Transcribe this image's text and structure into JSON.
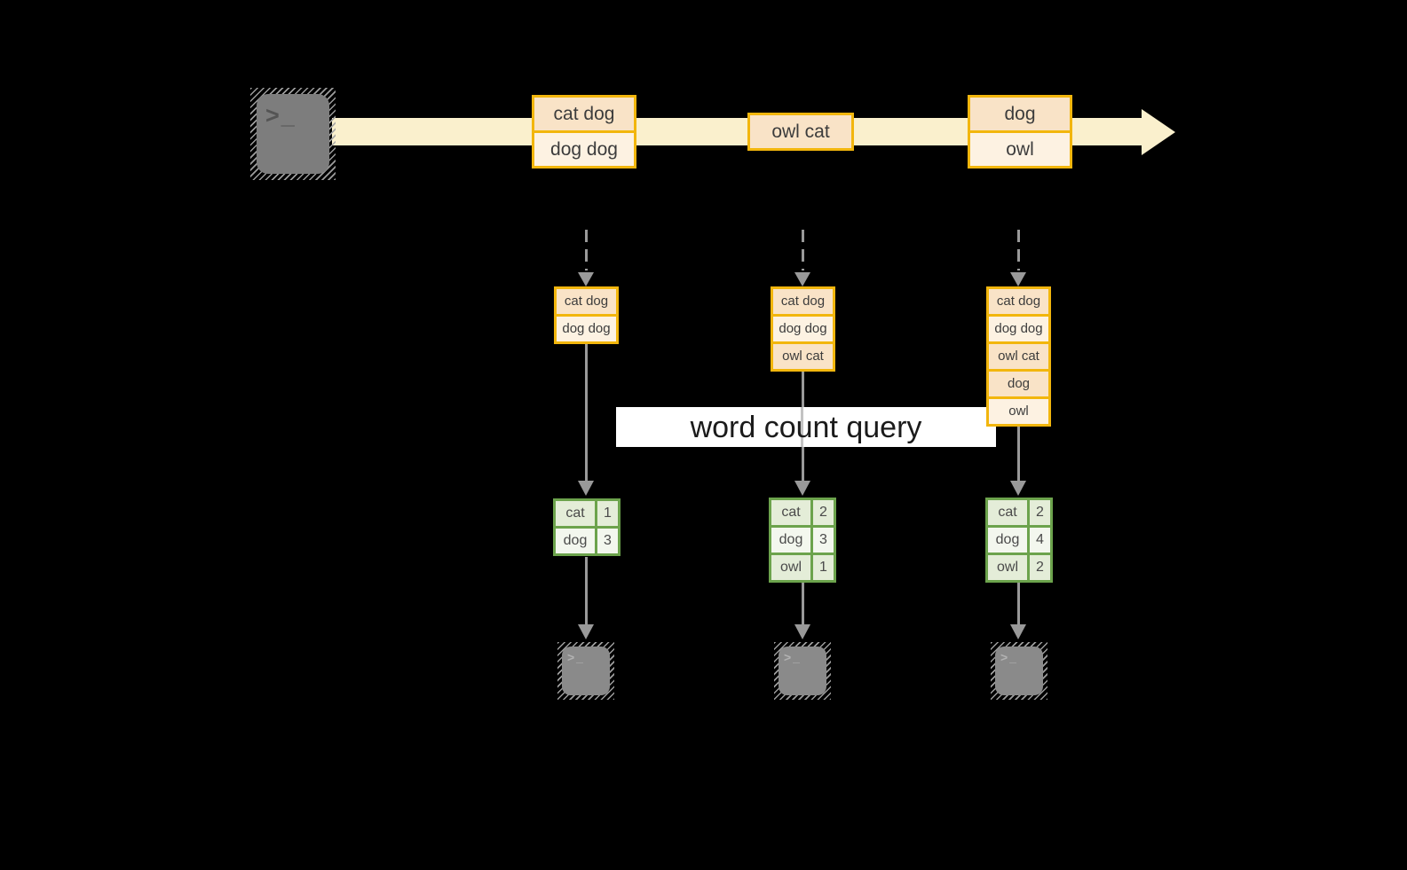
{
  "banner": {
    "label": "word count query"
  },
  "source_terminal": {
    "glyph": ">_"
  },
  "sink_terminal": {
    "glyph": ">_"
  },
  "stream": {
    "events": [
      {
        "cells": [
          "cat dog",
          "dog dog"
        ]
      },
      {
        "cells": [
          "owl cat"
        ]
      },
      {
        "cells": [
          "dog",
          "owl"
        ]
      }
    ]
  },
  "columns": [
    {
      "buffer": [
        "cat dog",
        "dog dog"
      ],
      "counts": [
        {
          "word": "cat",
          "count": "1"
        },
        {
          "word": "dog",
          "count": "3"
        }
      ]
    },
    {
      "buffer": [
        "cat dog",
        "dog dog",
        "owl cat"
      ],
      "counts": [
        {
          "word": "cat",
          "count": "2"
        },
        {
          "word": "dog",
          "count": "3"
        },
        {
          "word": "owl",
          "count": "1"
        }
      ]
    },
    {
      "buffer": [
        "cat dog",
        "dog dog",
        "owl cat",
        "dog",
        "owl"
      ],
      "counts": [
        {
          "word": "cat",
          "count": "2"
        },
        {
          "word": "dog",
          "count": "4"
        },
        {
          "word": "owl",
          "count": "2"
        }
      ]
    }
  ],
  "colors": {
    "background": "#000000",
    "stream_band": "#faf0cd",
    "event_border": "#f2b60d",
    "event_fill_peach": "#f9e3c7",
    "event_fill_cream": "#fdf2e2",
    "table_border_green": "#6ca34c",
    "table_row_green": "#e4edd8",
    "table_row_pale": "#f3f7ee",
    "arrow_gray": "#999999",
    "terminal_gray": "#7d7d7d",
    "banner_white": "#ffffff"
  }
}
